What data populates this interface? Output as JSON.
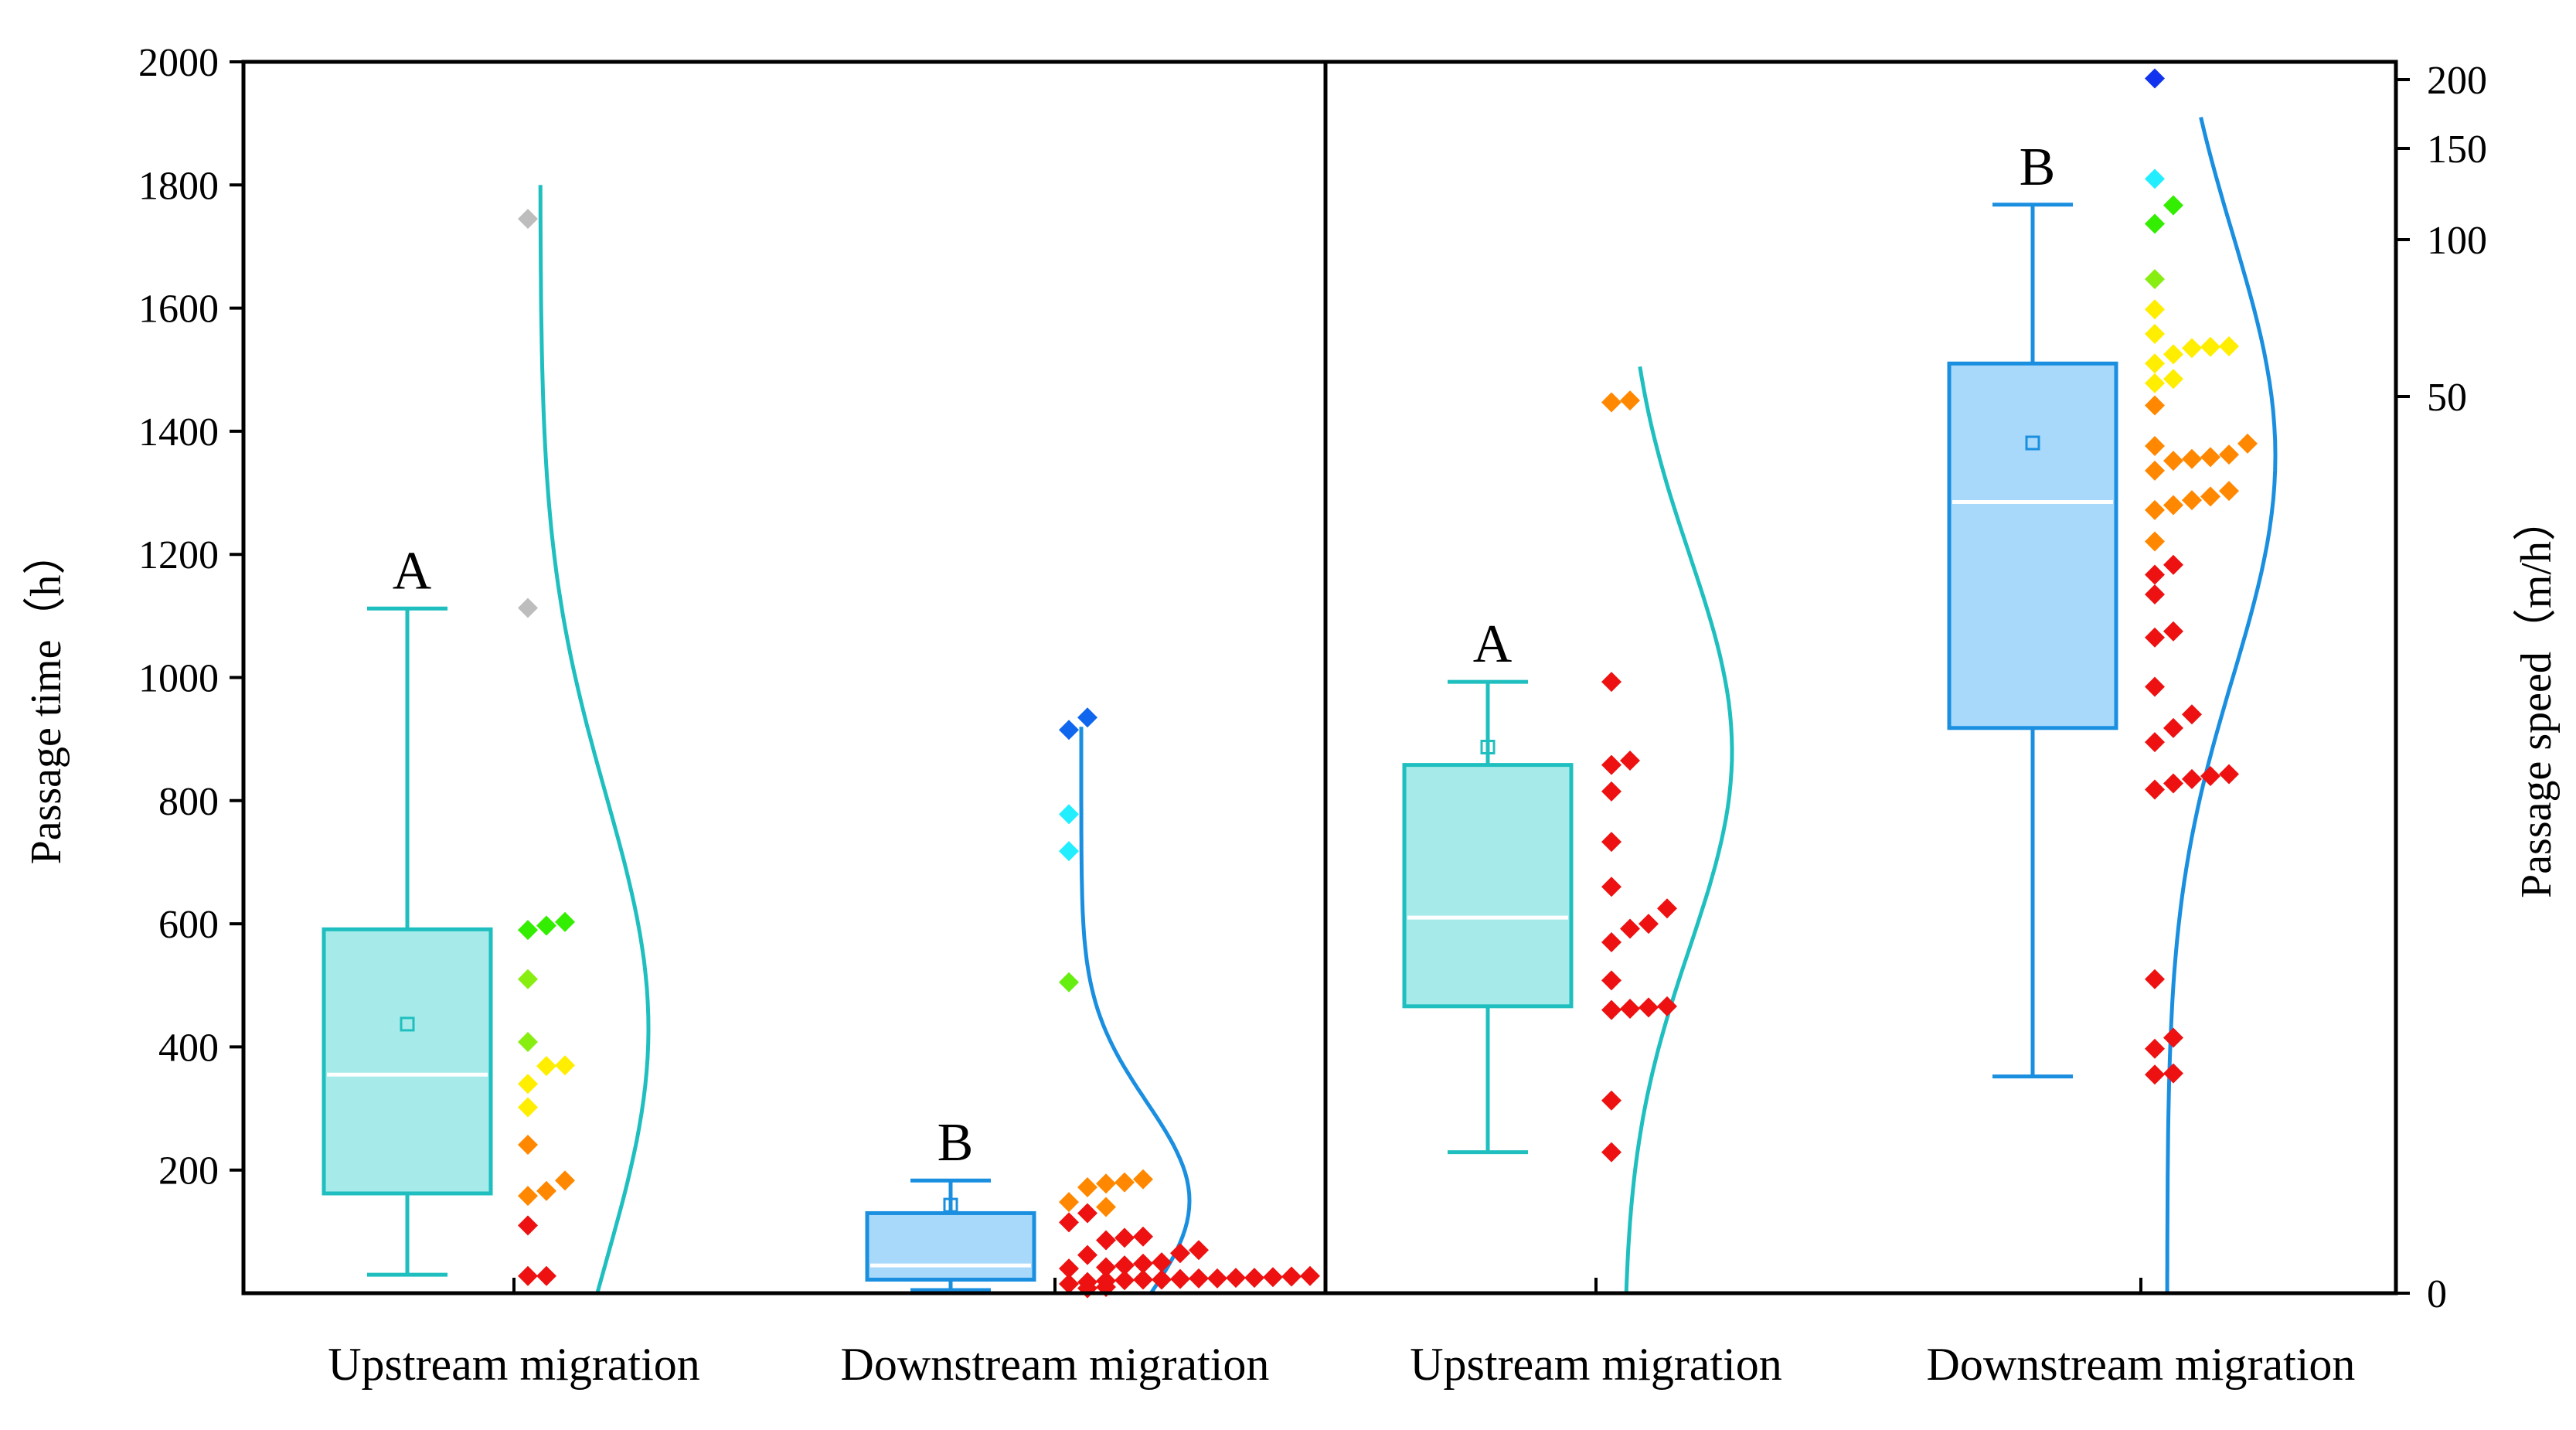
{
  "chart_data": {
    "type": "box",
    "left_axis": {
      "label": "Passage time（h）",
      "range": [
        0,
        2000
      ],
      "ticks": [
        "200",
        "400",
        "600",
        "800",
        "1000",
        "1200",
        "1400",
        "1600",
        "1800",
        "2000"
      ]
    },
    "right_axis": {
      "label": "Passage speed（m/h）",
      "ticks": [
        {
          "label": "0",
          "value": 0
        },
        {
          "label": "50",
          "value": 50
        },
        {
          "label": "100",
          "value": 100
        },
        {
          "label": "150",
          "value": 150
        },
        {
          "label": "200",
          "value": 200
        }
      ]
    },
    "panels": [
      {
        "id": "time",
        "groups": [
          {
            "category": "Upstream migration",
            "letter": "A",
            "color": "#1fbfbf",
            "fill": "#a6eaea",
            "stats": {
              "min": 30,
              "q1": 162,
              "median": 355,
              "q3": 591,
              "max": 1112,
              "mean": 437
            },
            "points": [
              {
                "v": 1745,
                "c": "#bdbdbd",
                "o": 0
              },
              {
                "v": 1113,
                "c": "#bdbdbd",
                "o": 0
              },
              {
                "v": 603,
                "c": "#33ee00",
                "o": 2
              },
              {
                "v": 597,
                "c": "#33ee00",
                "o": 1
              },
              {
                "v": 590,
                "c": "#33ee00",
                "o": 0
              },
              {
                "v": 510,
                "c": "#88ee11",
                "o": 0
              },
              {
                "v": 408,
                "c": "#88ee11",
                "o": 0
              },
              {
                "v": 370,
                "c": "#ffee00",
                "o": 2
              },
              {
                "v": 369,
                "c": "#ffee00",
                "o": 1
              },
              {
                "v": 340,
                "c": "#ffee00",
                "o": 0
              },
              {
                "v": 302,
                "c": "#ffee00",
                "o": 0
              },
              {
                "v": 241,
                "c": "#ff8800",
                "o": 0
              },
              {
                "v": 183,
                "c": "#ff8800",
                "o": 2
              },
              {
                "v": 166,
                "c": "#ff8800",
                "o": 1
              },
              {
                "v": 158,
                "c": "#ff8800",
                "o": 0
              },
              {
                "v": 110,
                "c": "#ee1111",
                "o": 0
              },
              {
                "v": 28,
                "c": "#ee1111",
                "o": 1
              },
              {
                "v": 28,
                "c": "#ee1111",
                "o": 0
              }
            ],
            "curve": {
              "min": 0,
              "max": 1800,
              "mu": 430,
              "sigma": 380,
              "ampPx": 140
            }
          },
          {
            "category": "Downstream migration",
            "letter": "B",
            "color": "#1a8fe0",
            "fill": "#a8d8fa",
            "stats": {
              "min": 5,
              "q1": 22,
              "median": 45,
              "q3": 130,
              "max": 183,
              "mean": 143
            },
            "points": [
              {
                "v": 935,
                "c": "#1166ee",
                "o": 1
              },
              {
                "v": 915,
                "c": "#1166ee",
                "o": 0
              },
              {
                "v": 778,
                "c": "#22eeff",
                "o": 0
              },
              {
                "v": 718,
                "c": "#22eeff",
                "o": 0
              },
              {
                "v": 505,
                "c": "#66ee11",
                "o": 0
              },
              {
                "v": 185,
                "c": "#ff8800",
                "o": 4
              },
              {
                "v": 180,
                "c": "#ff8800",
                "o": 3
              },
              {
                "v": 178,
                "c": "#ff8800",
                "o": 2
              },
              {
                "v": 172,
                "c": "#ff8800",
                "o": 1
              },
              {
                "v": 148,
                "c": "#ff8800",
                "o": 0
              },
              {
                "v": 140,
                "c": "#ff8800",
                "o": 2
              },
              {
                "v": 130,
                "c": "#ee1111",
                "o": 1
              },
              {
                "v": 115,
                "c": "#ee1111",
                "o": 0
              },
              {
                "v": 92,
                "c": "#ee1111",
                "o": 4
              },
              {
                "v": 90,
                "c": "#ee1111",
                "o": 3
              },
              {
                "v": 86,
                "c": "#ee1111",
                "o": 2
              },
              {
                "v": 70,
                "c": "#ee1111",
                "o": 7
              },
              {
                "v": 65,
                "c": "#ee1111",
                "o": 6
              },
              {
                "v": 62,
                "c": "#ee1111",
                "o": 1
              },
              {
                "v": 50,
                "c": "#ee1111",
                "o": 5
              },
              {
                "v": 48,
                "c": "#ee1111",
                "o": 4
              },
              {
                "v": 45,
                "c": "#ee1111",
                "o": 3
              },
              {
                "v": 42,
                "c": "#ee1111",
                "o": 2
              },
              {
                "v": 40,
                "c": "#ee1111",
                "o": 0
              },
              {
                "v": 28,
                "c": "#ee1111",
                "o": 13
              },
              {
                "v": 27,
                "c": "#ee1111",
                "o": 12
              },
              {
                "v": 26,
                "c": "#ee1111",
                "o": 11
              },
              {
                "v": 25,
                "c": "#ee1111",
                "o": 10
              },
              {
                "v": 25,
                "c": "#ee1111",
                "o": 9
              },
              {
                "v": 24,
                "c": "#ee1111",
                "o": 8
              },
              {
                "v": 24,
                "c": "#ee1111",
                "o": 7
              },
              {
                "v": 23,
                "c": "#ee1111",
                "o": 6
              },
              {
                "v": 22,
                "c": "#ee1111",
                "o": 5
              },
              {
                "v": 22,
                "c": "#ee1111",
                "o": 4
              },
              {
                "v": 21,
                "c": "#ee1111",
                "o": 3
              },
              {
                "v": 20,
                "c": "#ee1111",
                "o": 2
              },
              {
                "v": 18,
                "c": "#ee1111",
                "o": 1
              },
              {
                "v": 15,
                "c": "#ee1111",
                "o": 0
              },
              {
                "v": 10,
                "c": "#ee1111",
                "o": 2
              },
              {
                "v": 8,
                "c": "#ee1111",
                "o": 1
              }
            ],
            "curve": {
              "min": 0,
              "max": 920,
              "mu": 150,
              "sigma": 160,
              "ampPx": 140
            }
          }
        ]
      },
      {
        "id": "speed",
        "groups": [
          {
            "category": "Upstream migration",
            "letter": "A",
            "color": "#1fbfbf",
            "fill": "#a6eaea",
            "stats": {
              "min": 229,
              "q1": 466,
              "median": 610,
              "q3": 858,
              "max": 993,
              "mean": 887
            },
            "points": [
              {
                "v": 1450,
                "c": "#ff8800",
                "o": 1
              },
              {
                "v": 1447,
                "c": "#ff8800",
                "o": 0
              },
              {
                "v": 993,
                "c": "#ee1111",
                "o": 0
              },
              {
                "v": 865,
                "c": "#ee1111",
                "o": 1
              },
              {
                "v": 858,
                "c": "#ee1111",
                "o": 0
              },
              {
                "v": 815,
                "c": "#ee1111",
                "o": 0
              },
              {
                "v": 733,
                "c": "#ee1111",
                "o": 0
              },
              {
                "v": 660,
                "c": "#ee1111",
                "o": 0
              },
              {
                "v": 625,
                "c": "#ee1111",
                "o": 3
              },
              {
                "v": 600,
                "c": "#ee1111",
                "o": 2
              },
              {
                "v": 592,
                "c": "#ee1111",
                "o": 1
              },
              {
                "v": 570,
                "c": "#ee1111",
                "o": 0
              },
              {
                "v": 508,
                "c": "#ee1111",
                "o": 0
              },
              {
                "v": 466,
                "c": "#ee1111",
                "o": 3
              },
              {
                "v": 464,
                "c": "#ee1111",
                "o": 2
              },
              {
                "v": 462,
                "c": "#ee1111",
                "o": 1
              },
              {
                "v": 460,
                "c": "#ee1111",
                "o": 0
              },
              {
                "v": 313,
                "c": "#ee1111",
                "o": 0
              },
              {
                "v": 229,
                "c": "#ee1111",
                "o": 0
              }
            ],
            "curve": {
              "min": 0,
              "max": 1505,
              "mu": 880,
              "sigma": 320,
              "ampPx": 140
            }
          },
          {
            "category": "Downstream migration",
            "letter": "B",
            "color": "#1a8fe0",
            "fill": "#a8d8fa",
            "stats": {
              "min": 352,
              "q1": 918,
              "median": 1285,
              "q3": 1510,
              "max": 1768,
              "mean": 1381
            },
            "points": [
              {
                "v": 1973,
                "c": "#1133ee",
                "o": 0
              },
              {
                "v": 1810,
                "c": "#22eeff",
                "o": 0
              },
              {
                "v": 1767,
                "c": "#33ee00",
                "o": 1
              },
              {
                "v": 1737,
                "c": "#33ee00",
                "o": 0
              },
              {
                "v": 1647,
                "c": "#88ee11",
                "o": 0
              },
              {
                "v": 1598,
                "c": "#ffee00",
                "o": 0
              },
              {
                "v": 1558,
                "c": "#ffee00",
                "o": 0
              },
              {
                "v": 1538,
                "c": "#ffee00",
                "o": 4
              },
              {
                "v": 1537,
                "c": "#ffee00",
                "o": 3
              },
              {
                "v": 1535,
                "c": "#ffee00",
                "o": 2
              },
              {
                "v": 1525,
                "c": "#ffee00",
                "o": 1
              },
              {
                "v": 1510,
                "c": "#ffee00",
                "o": 0
              },
              {
                "v": 1485,
                "c": "#ffee00",
                "o": 1
              },
              {
                "v": 1478,
                "c": "#ffee00",
                "o": 0
              },
              {
                "v": 1442,
                "c": "#ff8800",
                "o": 0
              },
              {
                "v": 1380,
                "c": "#ff8800",
                "o": 5
              },
              {
                "v": 1376,
                "c": "#ff8800",
                "o": 0
              },
              {
                "v": 1362,
                "c": "#ff8800",
                "o": 4
              },
              {
                "v": 1358,
                "c": "#ff8800",
                "o": 3
              },
              {
                "v": 1355,
                "c": "#ff8800",
                "o": 2
              },
              {
                "v": 1352,
                "c": "#ff8800",
                "o": 1
              },
              {
                "v": 1336,
                "c": "#ff8800",
                "o": 0
              },
              {
                "v": 1303,
                "c": "#ff8800",
                "o": 4
              },
              {
                "v": 1294,
                "c": "#ff8800",
                "o": 3
              },
              {
                "v": 1288,
                "c": "#ff8800",
                "o": 2
              },
              {
                "v": 1280,
                "c": "#ff8800",
                "o": 1
              },
              {
                "v": 1272,
                "c": "#ff8800",
                "o": 0
              },
              {
                "v": 1221,
                "c": "#ff8800",
                "o": 0
              },
              {
                "v": 1183,
                "c": "#ee1111",
                "o": 1
              },
              {
                "v": 1167,
                "c": "#ee1111",
                "o": 0
              },
              {
                "v": 1135,
                "c": "#ee1111",
                "o": 0
              },
              {
                "v": 1075,
                "c": "#ee1111",
                "o": 1
              },
              {
                "v": 1065,
                "c": "#ee1111",
                "o": 0
              },
              {
                "v": 985,
                "c": "#ee1111",
                "o": 0
              },
              {
                "v": 940,
                "c": "#ee1111",
                "o": 2
              },
              {
                "v": 918,
                "c": "#ee1111",
                "o": 1
              },
              {
                "v": 895,
                "c": "#ee1111",
                "o": 0
              },
              {
                "v": 843,
                "c": "#ee1111",
                "o": 4
              },
              {
                "v": 840,
                "c": "#ee1111",
                "o": 3
              },
              {
                "v": 835,
                "c": "#ee1111",
                "o": 2
              },
              {
                "v": 828,
                "c": "#ee1111",
                "o": 1
              },
              {
                "v": 818,
                "c": "#ee1111",
                "o": 0
              },
              {
                "v": 510,
                "c": "#ee1111",
                "o": 0
              },
              {
                "v": 415,
                "c": "#ee1111",
                "o": 1
              },
              {
                "v": 397,
                "c": "#ee1111",
                "o": 0
              },
              {
                "v": 357,
                "c": "#ee1111",
                "o": 1
              },
              {
                "v": 355,
                "c": "#ee1111",
                "o": 0
              }
            ],
            "curve": {
              "min": 0,
              "max": 1910,
              "mu": 1360,
              "sigma": 360,
              "ampPx": 140
            }
          }
        ]
      }
    ]
  }
}
